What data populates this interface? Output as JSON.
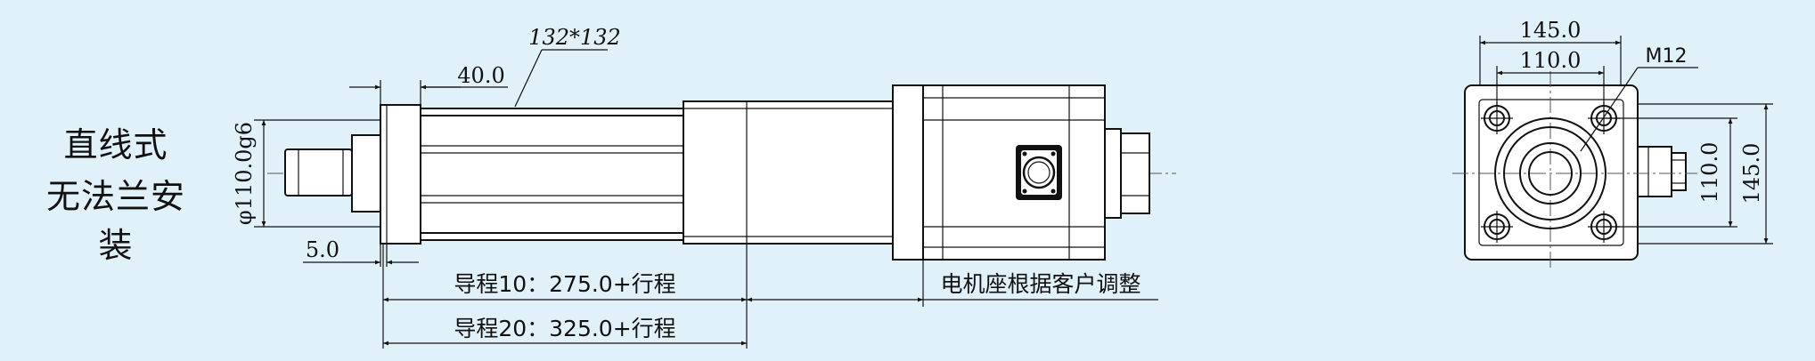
{
  "mount_type": {
    "line1": "直线式",
    "line2": "无法兰安装"
  },
  "side_view": {
    "tube_callout": "132*132",
    "dim_40": "40.0",
    "dim_dia": "φ110.0g6",
    "dim_5": "5.0",
    "len_lead10": "导程10：275.0+行程",
    "len_lead20": "导程20：325.0+行程",
    "motor_note": "电机座根据客户调整"
  },
  "end_view": {
    "dim_w_outer": "145.0",
    "dim_w_inner": "110.0",
    "thread": "M12",
    "dim_h_inner": "110.0",
    "dim_h_outer": "145.0"
  },
  "colors": {
    "background": "#e0f1fa",
    "line": "#111111"
  }
}
